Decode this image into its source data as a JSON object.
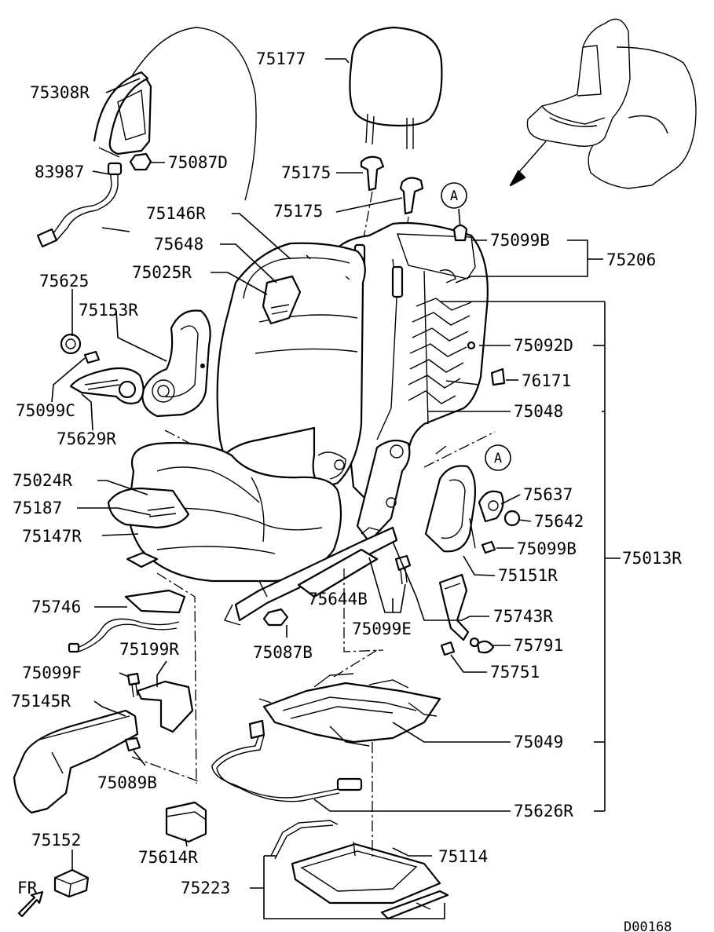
{
  "diagram_code": "D00168",
  "fr_label": "FR",
  "callout": "A",
  "labels": {
    "p75177": "75177",
    "p75308R": "75308R",
    "p75087D": "75087D",
    "p83987": "83987",
    "p75175a": "75175",
    "p75175b": "75175",
    "p75146R": "75146R",
    "p75648": "75648",
    "p75025R": "75025R",
    "p75625": "75625",
    "p75153R": "75153R",
    "p75099C": "75099C",
    "p75629R": "75629R",
    "p75099B_top": "75099B",
    "p75206": "75206",
    "p75092D": "75092D",
    "p76171": "76171",
    "p75048": "75048",
    "p75024R": "75024R",
    "p75187": "75187",
    "p75147R": "75147R",
    "p75637": "75637",
    "p75642": "75642",
    "p75099B_mid": "75099B",
    "p75013R": "75013R",
    "p75151R": "75151R",
    "p75746": "75746",
    "p75644B": "75644B",
    "p75743R": "75743R",
    "p75099E": "75099E",
    "p75087B": "75087B",
    "p75791": "75791",
    "p75199R": "75199R",
    "p75751": "75751",
    "p75099F": "75099F",
    "p75145R": "75145R",
    "p75049": "75049",
    "p75089B": "75089B",
    "p75626R": "75626R",
    "p75614R": "75614R",
    "p75152": "75152",
    "p75114": "75114",
    "p75223": "75223"
  }
}
